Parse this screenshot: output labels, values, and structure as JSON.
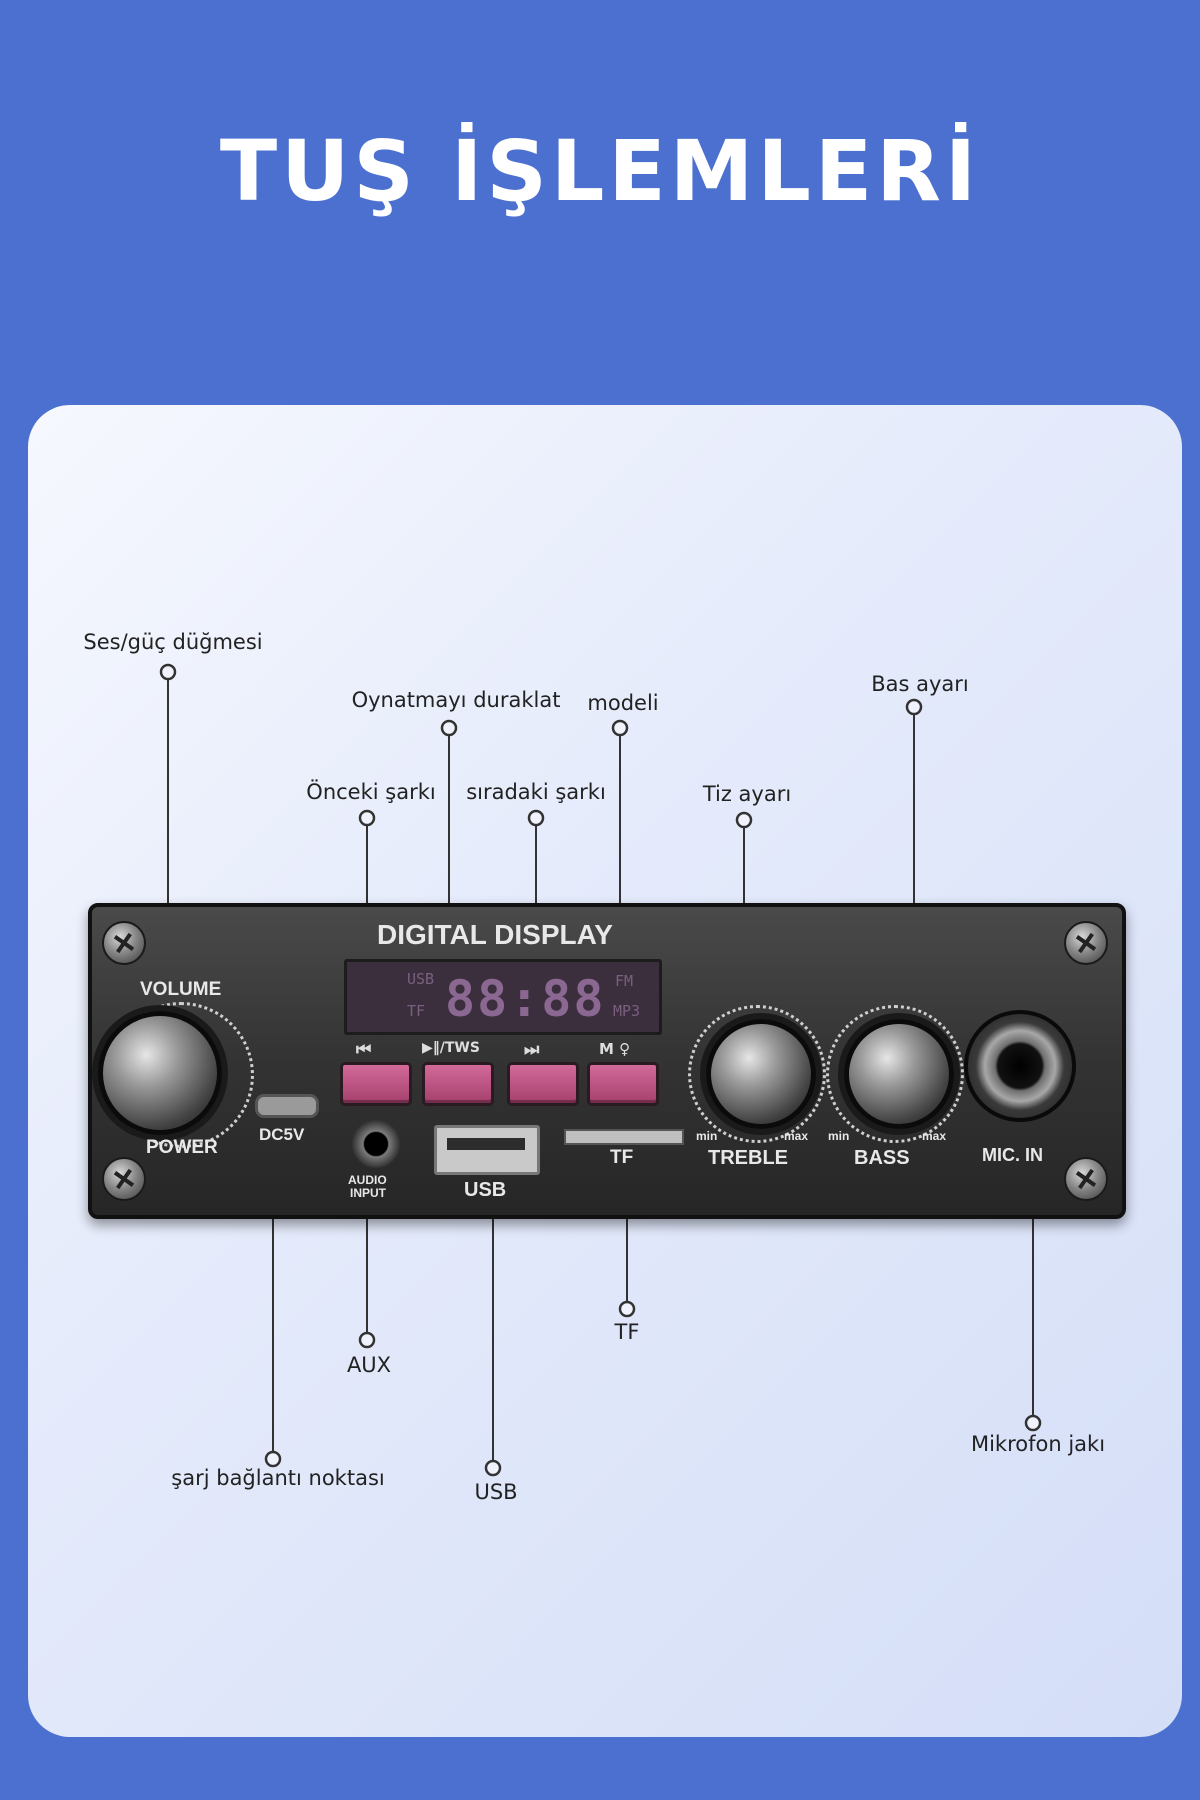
{
  "page": {
    "title": "TUŞ İŞLEMLERİ",
    "background_color": "#4b70cf",
    "card_color": "#eef2fd"
  },
  "callouts": {
    "ses_guc": "Ses/güç düğmesi",
    "oynat": "Oynatmayı duraklat",
    "modeli": "modeli",
    "bas": "Bas ayarı",
    "onceki": "Önceki şarkı",
    "siradaki": "sıradaki şarkı",
    "tiz": "Tiz ayarı",
    "aux": "AUX",
    "tf": "TF",
    "sarj": "şarj bağlantı noktası",
    "usb": "USB",
    "mikrofon": "Mikrofon jakı"
  },
  "panel": {
    "heading": "DIGITAL DISPLAY",
    "volume": "VOLUME",
    "power": "POWER",
    "dc5v": "DC5V",
    "audio_input_1": "AUDIO",
    "audio_input_2": "INPUT",
    "usb": "USB",
    "tf": "TF",
    "treble": "TREBLE",
    "bass": "BASS",
    "mic_in": "MIC. IN",
    "min_1": "min",
    "max_1": "max",
    "min_2": "min",
    "max_2": "max",
    "lcd_usb": "USB",
    "lcd_tf": "TF",
    "lcd_digits": "88:88",
    "lcd_fm": "FM",
    "lcd_mp3": "MP3",
    "btn_prev_symbol": "⏮",
    "btn_play_symbol": "▶‖/TWS",
    "btn_next_symbol": "⏭",
    "btn_mode_symbol": "M ♀"
  }
}
